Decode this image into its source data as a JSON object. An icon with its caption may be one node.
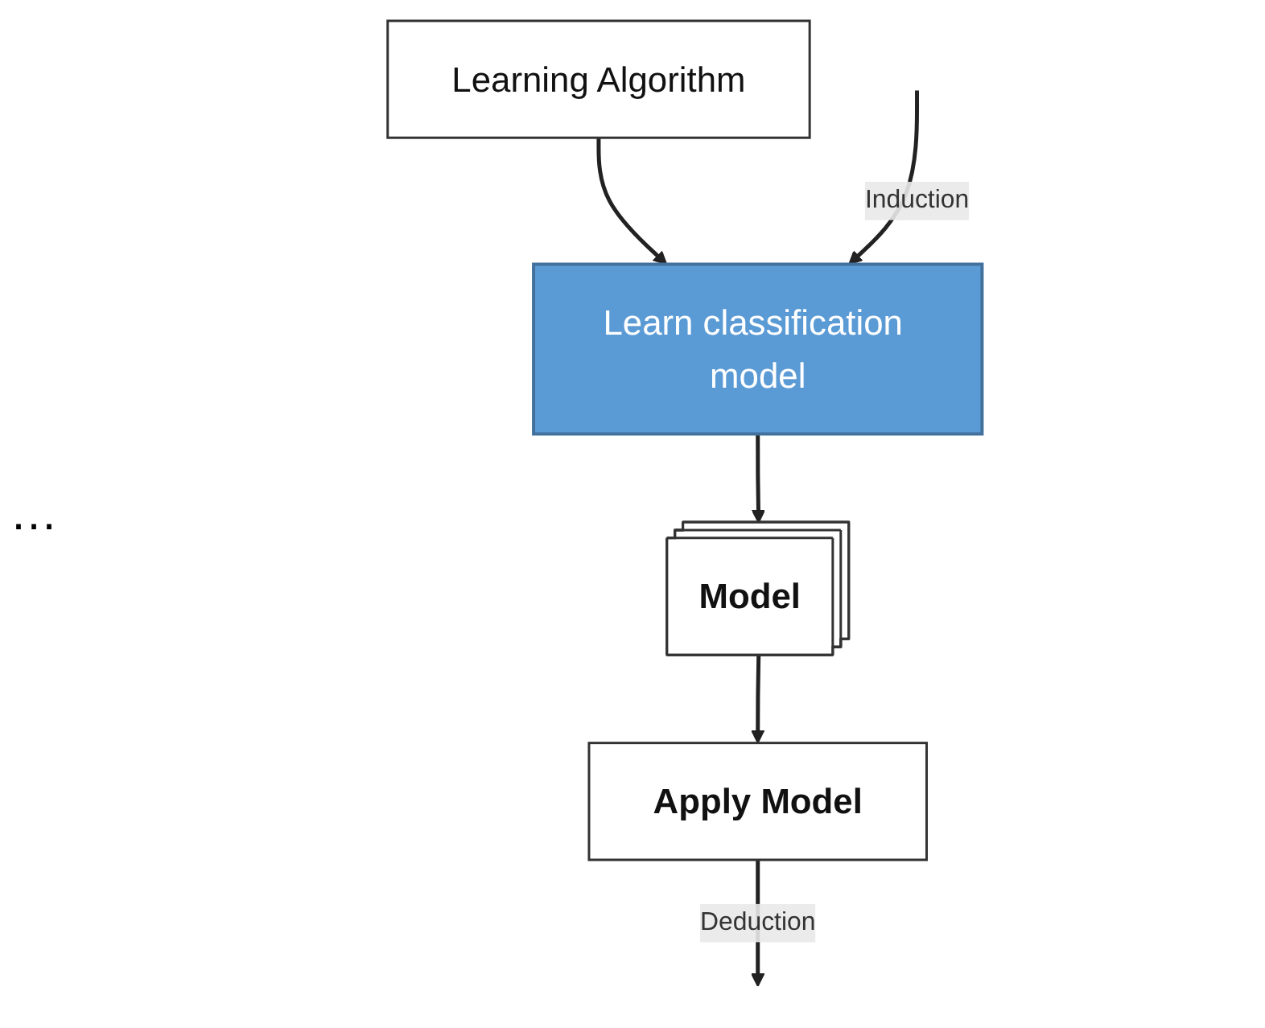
{
  "diagram": {
    "nodes": [
      {
        "text": [
          "Learning Algorithm"
        ]
      },
      {
        "text": [
          "Learn classification model"
        ]
      },
      {
        "text": [
          "Model"
        ]
      },
      {
        "text": [
          "Apply Model"
        ]
      }
    ],
    "edges": [
      {
        "from": 0,
        "to": 1,
        "arrow": "to"
      },
      {
        "from": null,
        "to": 1,
        "arrow": "to",
        "label": "Induction"
      },
      {
        "from": 1,
        "to": 2,
        "arrow": "to"
      },
      {
        "from": 2,
        "to": 3,
        "arrow": "to"
      },
      {
        "from": 3,
        "to": null,
        "arrow": "to",
        "label": "Deduction"
      }
    ],
    "labels": [
      "…"
    ]
  }
}
